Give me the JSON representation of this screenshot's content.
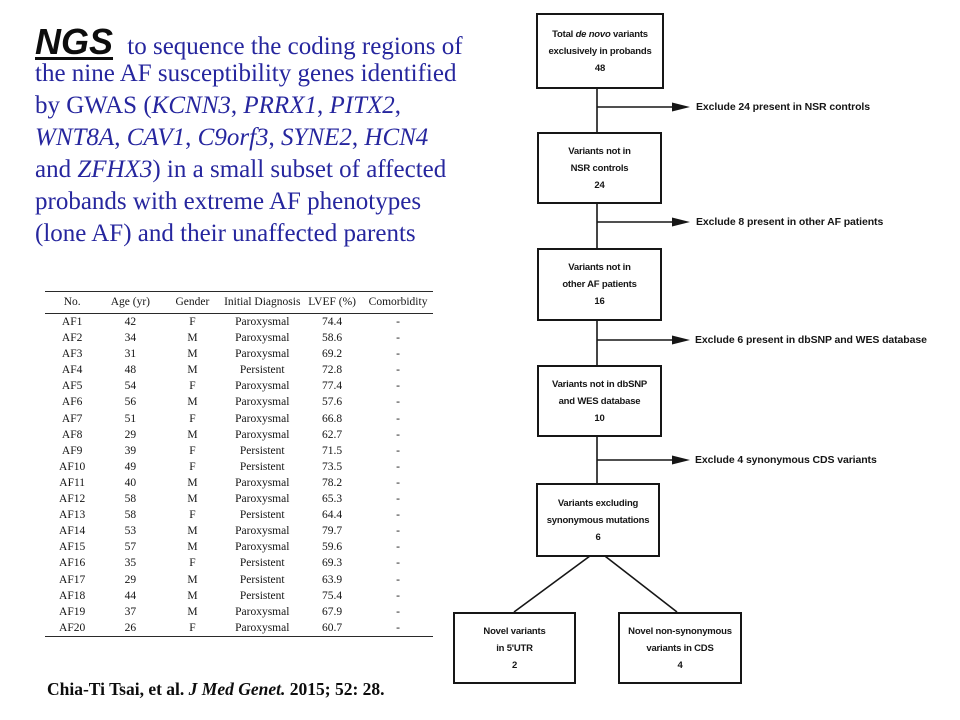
{
  "intro": {
    "lead": "NGS",
    "lines": [
      [
        {
          "text": " to sequence the coding regions of"
        }
      ],
      [
        {
          "text": "the nine AF susceptibility genes identified"
        }
      ],
      [
        {
          "text": "by GWAS ("
        },
        {
          "text": "KCNN3",
          "italic": true
        },
        {
          "text": ", "
        },
        {
          "text": "PRRX1",
          "italic": true
        },
        {
          "text": ", "
        },
        {
          "text": "PITX2",
          "italic": true
        },
        {
          "text": ","
        }
      ],
      [
        {
          "text": "WNT8A",
          "italic": true
        },
        {
          "text": ", "
        },
        {
          "text": "CAV1",
          "italic": true
        },
        {
          "text": ", "
        },
        {
          "text": "C9orf3",
          "italic": true
        },
        {
          "text": ", "
        },
        {
          "text": "SYNE2",
          "italic": true
        },
        {
          "text": ", "
        },
        {
          "text": "HCN4",
          "italic": true
        }
      ],
      [
        {
          "text": "and "
        },
        {
          "text": "ZFHX3",
          "italic": true
        },
        {
          "text": ") in a small subset of affected"
        }
      ],
      [
        {
          "text": "probands with extreme AF phenotypes"
        }
      ],
      [
        {
          "text": "(lone AF) and their unaffected parents"
        }
      ]
    ]
  },
  "table": {
    "headers": [
      "No.",
      "Age (yr)",
      "Gender",
      "Initial Diagnosis",
      "LVEF (%)",
      "Comorbidity"
    ],
    "rows": [
      [
        "AF1",
        "42",
        "F",
        "Paroxysmal",
        "74.4",
        "-"
      ],
      [
        "AF2",
        "34",
        "M",
        "Paroxysmal",
        "58.6",
        "-"
      ],
      [
        "AF3",
        "31",
        "M",
        "Paroxysmal",
        "69.2",
        "-"
      ],
      [
        "AF4",
        "48",
        "M",
        "Persistent",
        "72.8",
        "-"
      ],
      [
        "AF5",
        "54",
        "F",
        "Paroxysmal",
        "77.4",
        "-"
      ],
      [
        "AF6",
        "56",
        "M",
        "Paroxysmal",
        "57.6",
        "-"
      ],
      [
        "AF7",
        "51",
        "F",
        "Paroxysmal",
        "66.8",
        "-"
      ],
      [
        "AF8",
        "29",
        "M",
        "Paroxysmal",
        "62.7",
        "-"
      ],
      [
        "AF9",
        "39",
        "F",
        "Persistent",
        "71.5",
        "-"
      ],
      [
        "AF10",
        "49",
        "F",
        "Persistent",
        "73.5",
        "-"
      ],
      [
        "AF11",
        "40",
        "M",
        "Paroxysmal",
        "78.2",
        "-"
      ],
      [
        "AF12",
        "58",
        "M",
        "Paroxysmal",
        "65.3",
        "-"
      ],
      [
        "AF13",
        "58",
        "F",
        "Persistent",
        "64.4",
        "-"
      ],
      [
        "AF14",
        "53",
        "M",
        "Paroxysmal",
        "79.7",
        "-"
      ],
      [
        "AF15",
        "57",
        "M",
        "Paroxysmal",
        "59.6",
        "-"
      ],
      [
        "AF16",
        "35",
        "F",
        "Persistent",
        "69.3",
        "-"
      ],
      [
        "AF17",
        "29",
        "M",
        "Persistent",
        "63.9",
        "-"
      ],
      [
        "AF18",
        "44",
        "M",
        "Persistent",
        "75.4",
        "-"
      ],
      [
        "AF19",
        "37",
        "M",
        "Paroxysmal",
        "67.9",
        "-"
      ],
      [
        "AF20",
        "26",
        "F",
        "Paroxysmal",
        "60.7",
        "-"
      ]
    ]
  },
  "flowchart": {
    "boxes": [
      {
        "lines": [
          [
            {
              "text": "Total "
            },
            {
              "text": "de novo",
              "italic": true
            },
            {
              "text": " variants"
            }
          ],
          [
            {
              "text": "exclusively in probands"
            }
          ],
          [
            {
              "text": "48"
            }
          ]
        ]
      },
      {
        "lines": [
          [
            {
              "text": "Variants not in"
            }
          ],
          [
            {
              "text": "NSR controls"
            }
          ],
          [
            {
              "text": "24"
            }
          ]
        ]
      },
      {
        "lines": [
          [
            {
              "text": "Variants not in"
            }
          ],
          [
            {
              "text": "other AF patients"
            }
          ],
          [
            {
              "text": "16"
            }
          ]
        ]
      },
      {
        "lines": [
          [
            {
              "text": "Variants not in dbSNP"
            }
          ],
          [
            {
              "text": "and WES database"
            }
          ],
          [
            {
              "text": "10"
            }
          ]
        ]
      },
      {
        "lines": [
          [
            {
              "text": "Variants excluding"
            }
          ],
          [
            {
              "text": "synonymous mutations"
            }
          ],
          [
            {
              "text": "6"
            }
          ]
        ]
      },
      {
        "lines": [
          [
            {
              "text": "Novel variants"
            }
          ],
          [
            {
              "text": "in 5'UTR"
            }
          ],
          [
            {
              "text": "2"
            }
          ]
        ]
      },
      {
        "lines": [
          [
            {
              "text": "Novel non-synonymous"
            }
          ],
          [
            {
              "text": "variants in CDS"
            }
          ],
          [
            {
              "text": "4"
            }
          ]
        ]
      }
    ],
    "exclusions": [
      "Exclude 24 present in NSR controls",
      "Exclude 8 present in other AF patients",
      "Exclude 6 present in dbSNP and WES database",
      "Exclude 4 synonymous CDS variants"
    ]
  },
  "citation": {
    "segments": [
      {
        "text": "Chia-Ti Tsai, et al. "
      },
      {
        "text": "J Med Genet.",
        "italic": true
      },
      {
        "text": " 2015; 52: 28."
      }
    ]
  },
  "colors": {
    "intro_blue": "#26269E",
    "ink": "#1a1a1a"
  }
}
